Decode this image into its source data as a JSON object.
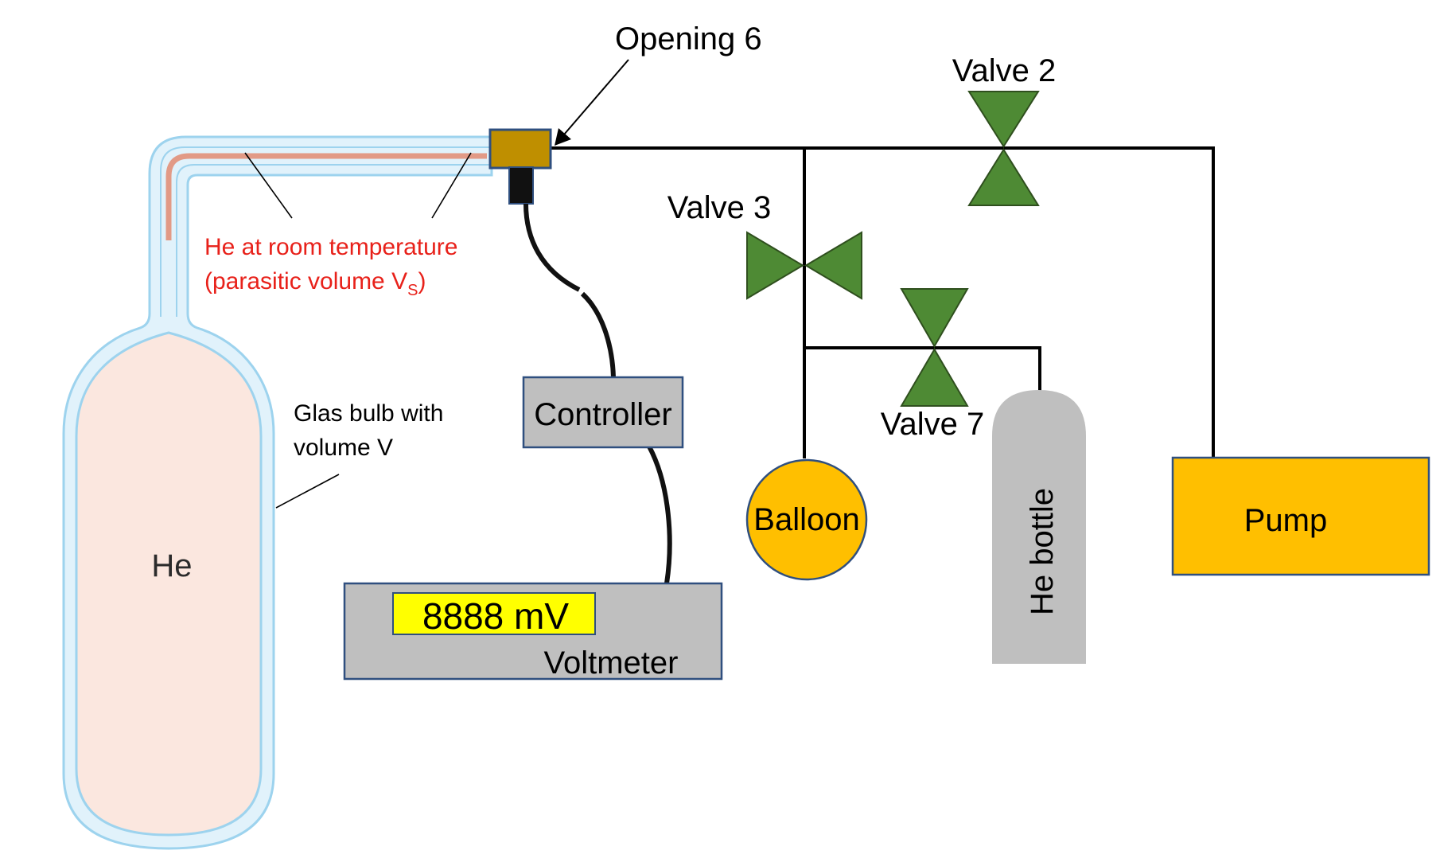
{
  "labels": {
    "opening": "Opening 6",
    "valve2": "Valve 2",
    "valve3": "Valve 3",
    "valve7": "Valve 7",
    "he_room_line1": "He at room temperature",
    "he_room_line2_prefix": "(parasitic volume V",
    "he_room_line2_sub": "S",
    "he_room_line2_suffix": ")",
    "glas_line1": "Glas bulb with",
    "glas_line2": "volume V",
    "bulb_gas": "He",
    "controller": "Controller",
    "voltmeter": "Voltmeter",
    "voltmeter_display": "8888 mV",
    "balloon": "Balloon",
    "he_bottle": "He bottle",
    "pump": "Pump"
  },
  "colors": {
    "valve_fill": "#4e8a34",
    "valve_stroke": "#2f4f1e",
    "orange": "#ffbf00",
    "gray": "#bfbfbf",
    "box_stroke": "#2f4f7f",
    "display_yellow": "#ffff00",
    "opening_fill": "#bf8f00",
    "bulb_outline": "#9dd3ee",
    "bulb_inner_fill": "#fbe7df",
    "capillary_fill": "#e1f2fb",
    "he_line": "#e29a86",
    "red_text": "#e8211a"
  }
}
